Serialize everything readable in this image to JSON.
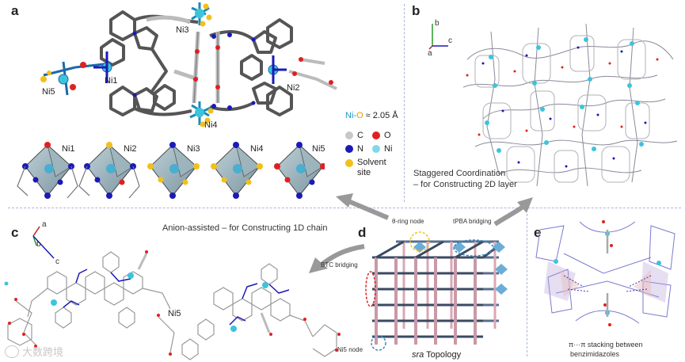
{
  "panels": {
    "a": {
      "label": "a",
      "atoms": [
        "Ni3",
        "Ni1",
        "Ni5",
        "Ni2",
        "Ni4"
      ],
      "polyhedra": [
        "Ni1",
        "Ni2",
        "Ni3",
        "Ni4",
        "Ni5"
      ]
    },
    "b": {
      "label": "b",
      "axes": {
        "b": "b",
        "c": "c",
        "a": "a"
      },
      "caption_line1": "Staggered Coordination",
      "caption_line2": "– for Constructing 2D layer"
    },
    "c": {
      "label": "c",
      "axes": {
        "a": "a",
        "b": "b",
        "c": "c"
      },
      "caption": "Anion-assisted – for Constructing 1D chain",
      "atom": "Ni5"
    },
    "d": {
      "label": "d",
      "node_top": "θ-ring node",
      "bridge_top": "tPBA bridging",
      "bridge_left": "BTC bridging",
      "node_bottom": "Ni5 node",
      "topology_italic": "sra",
      "topology_rest": " Topology"
    },
    "e": {
      "label": "e",
      "caption_line1": "π···π stacking between",
      "caption_line2": "benzimidazoles"
    }
  },
  "legend": {
    "bond_prefix": "Ni-",
    "bond_o": "O",
    "bond_suffix": " ≈ 2.05 Å",
    "items": [
      {
        "symbol": "C",
        "color": "#c8c8c8"
      },
      {
        "symbol": "O",
        "color": "#e02020"
      },
      {
        "symbol": "N",
        "color": "#1a1ab8"
      },
      {
        "symbol": "Ni",
        "color": "#7fd8ee"
      }
    ],
    "solvent": {
      "color": "#f2c01a",
      "line1": "Solvent",
      "line2": "site"
    }
  },
  "watermark": "大数跨境",
  "colors": {
    "ni": "#3cc4dc",
    "nitrogen": "#1a1ab8",
    "oxygen": "#e02020",
    "solvent": "#f2c01a",
    "carbon": "#666666",
    "bond_pink": "#d8a8b4",
    "bond_blue": "#5a6f8c",
    "arrow": "#999999",
    "divider": "#a8b4d8"
  }
}
